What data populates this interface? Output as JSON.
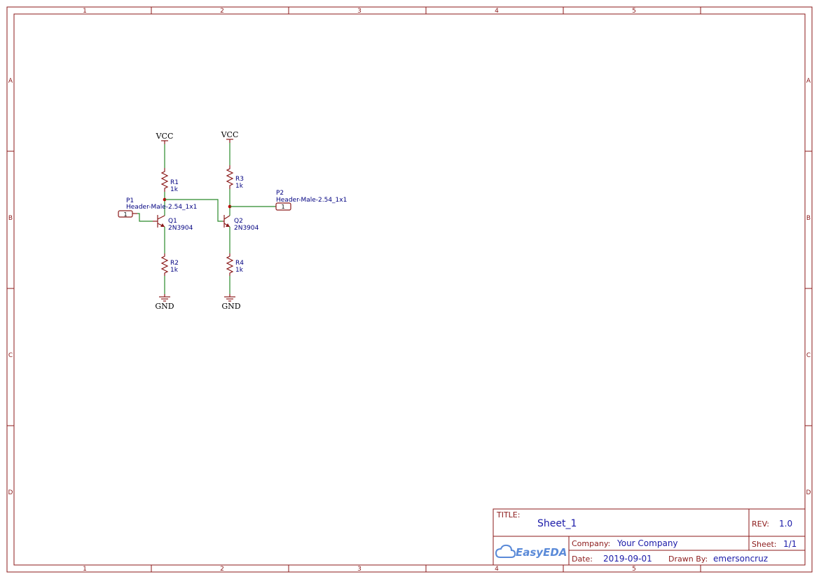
{
  "sheet": {
    "column_labels": [
      "1",
      "2",
      "3",
      "4",
      "5"
    ],
    "row_labels": [
      "A",
      "B",
      "C",
      "D"
    ]
  },
  "nets": {
    "vcc_left": "VCC",
    "vcc_right": "VCC",
    "gnd_left": "GND",
    "gnd_right": "GND"
  },
  "components": {
    "r1": {
      "ref": "R1",
      "value": "1k"
    },
    "r2": {
      "ref": "R2",
      "value": "1k"
    },
    "r3": {
      "ref": "R3",
      "value": "1k"
    },
    "r4": {
      "ref": "R4",
      "value": "1k"
    },
    "q1": {
      "ref": "Q1",
      "value": "2N3904"
    },
    "q2": {
      "ref": "Q2",
      "value": "2N3904"
    },
    "p1": {
      "ref": "P1",
      "value": "Header-Male-2.54_1x1",
      "pin": "1"
    },
    "p2": {
      "ref": "P2",
      "value": "Header-Male-2.54_1x1",
      "pin": "1"
    }
  },
  "title_block": {
    "title_label": "TITLE:",
    "title": "Sheet_1",
    "rev_label": "REV:",
    "rev": "1.0",
    "company_label": "Company:",
    "company": "Your Company",
    "sheet_label": "Sheet:",
    "sheet": "1/1",
    "date_label": "Date:",
    "date": "2019-09-01",
    "drawn_by_label": "Drawn By:",
    "drawn_by": "emersoncruz",
    "logo": "EasyEDA",
    "logo_icon": "cloud-icon"
  },
  "colors": {
    "frame": "#8b1a1a",
    "wire": "#2a8a2a",
    "junction": "#c00000",
    "reference_text": "#000080",
    "title_value_text": "#1a1aa8"
  }
}
